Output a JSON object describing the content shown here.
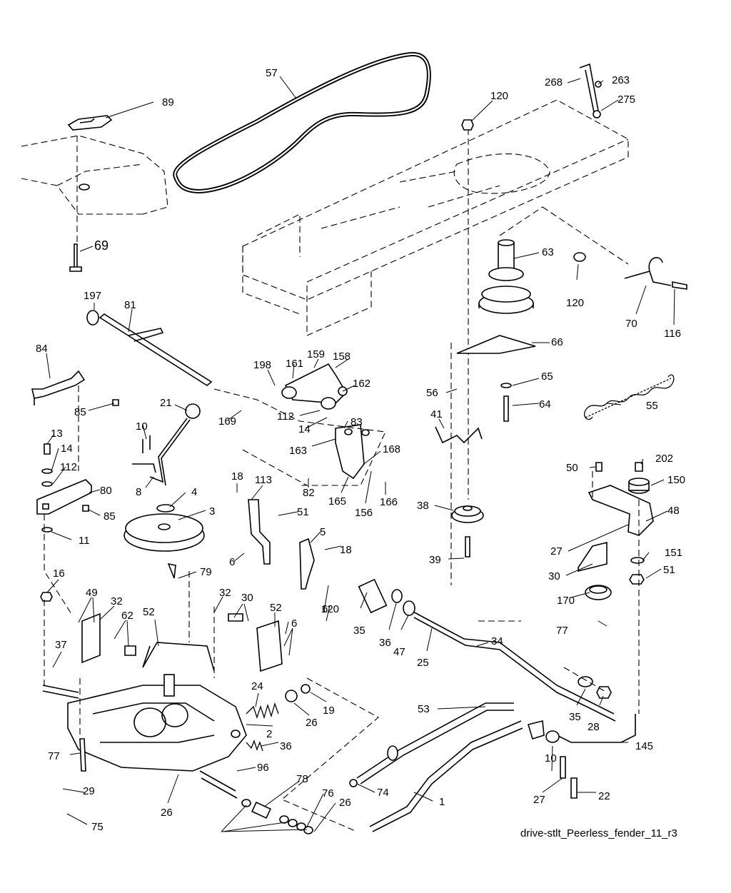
{
  "diagram": {
    "caption": "drive-stlt_Peerless_fender_11_r3",
    "callouts": [
      "57",
      "89",
      "268",
      "263",
      "275",
      "120",
      "69",
      "63",
      "120",
      "70",
      "116",
      "197",
      "81",
      "66",
      "84",
      "198",
      "161",
      "159",
      "158",
      "162",
      "85",
      "65",
      "56",
      "64",
      "55",
      "21",
      "169",
      "112",
      "14",
      "83",
      "41",
      "10",
      "163",
      "168",
      "13",
      "14",
      "112",
      "202",
      "50",
      "150",
      "8",
      "82",
      "165",
      "156",
      "166",
      "18",
      "113",
      "4",
      "80",
      "85",
      "3",
      "51",
      "48",
      "38",
      "11",
      "5",
      "18",
      "27",
      "151",
      "51",
      "6",
      "79",
      "39",
      "16",
      "6",
      "32",
      "30",
      "52",
      "49",
      "30",
      "32",
      "62",
      "35",
      "36",
      "47",
      "170",
      "52",
      "6",
      "120",
      "77",
      "37",
      "34",
      "25",
      "24",
      "19",
      "26",
      "2",
      "36",
      "35",
      "28",
      "53",
      "145",
      "77",
      "96",
      "29",
      "74",
      "78",
      "76",
      "26",
      "10",
      "27",
      "22",
      "1",
      "26",
      "75"
    ]
  }
}
